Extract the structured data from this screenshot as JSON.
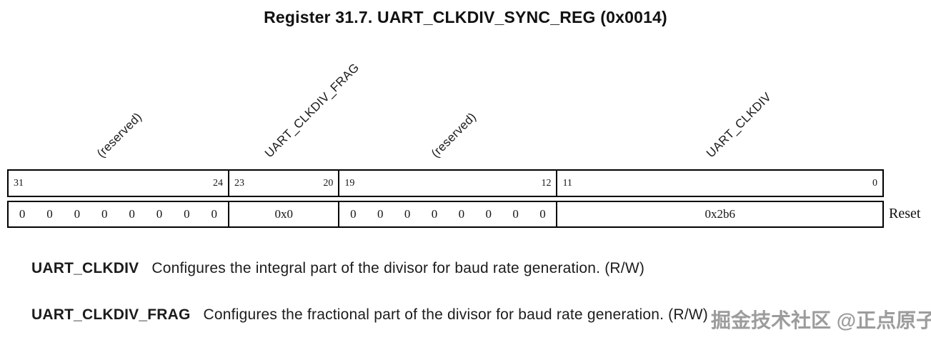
{
  "title": "Register 31.7. UART_CLKDIV_SYNC_REG (0x0014)",
  "diagram": {
    "reset_label": "Reset",
    "fields": [
      {
        "label": "(reserved)",
        "bit_high": "31",
        "bit_low": "24",
        "reset_bits": [
          "0",
          "0",
          "0",
          "0",
          "0",
          "0",
          "0",
          "0"
        ]
      },
      {
        "label": "UART_CLKDIV_FRAG",
        "bit_high": "23",
        "bit_low": "20",
        "reset_value": "0x0"
      },
      {
        "label": "(reserved)",
        "bit_high": "19",
        "bit_low": "12",
        "reset_bits": [
          "0",
          "0",
          "0",
          "0",
          "0",
          "0",
          "0",
          "0"
        ]
      },
      {
        "label": "UART_CLKDIV",
        "bit_high": "11",
        "bit_low": "0",
        "reset_value": "0x2b6"
      }
    ]
  },
  "descriptions": [
    {
      "term": "UART_CLKDIV",
      "text": "Configures the integral part of the divisor for baud rate generation. (R/W)"
    },
    {
      "term": "UART_CLKDIV_FRAG",
      "text": "Configures the fractional part of the divisor for baud rate generation. (R/W)"
    }
  ],
  "watermark": "掘金技术社区 @正点原子",
  "colors": {
    "text": "#151515",
    "border": "#000000",
    "watermark": "#8f8f8f"
  }
}
